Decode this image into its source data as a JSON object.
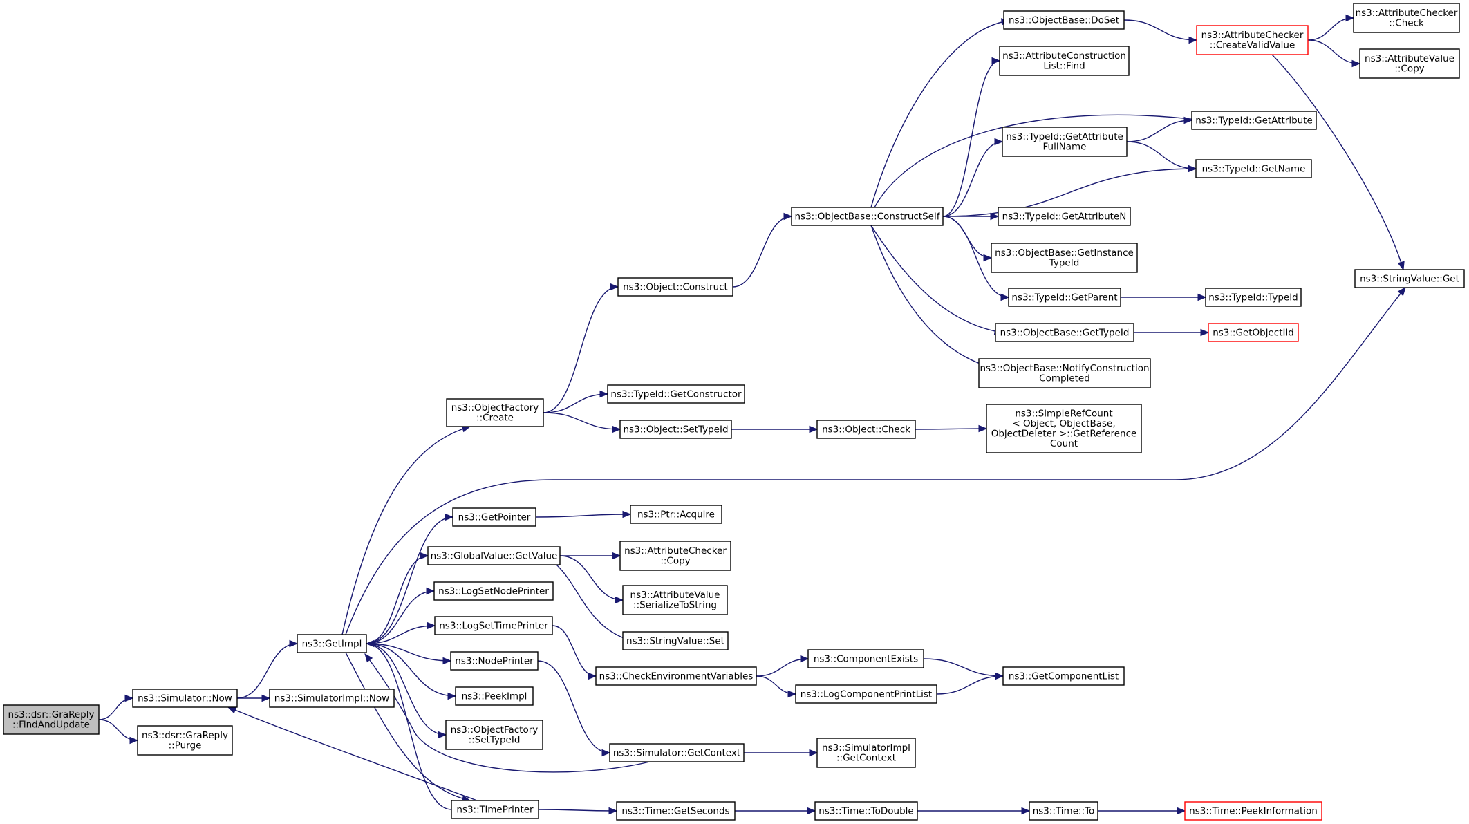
{
  "diagram": {
    "type": "call-graph",
    "colors": {
      "edge": "#191970",
      "node_border": "#000000",
      "node_border_truncated": "#ff0000",
      "root_fill": "#bfbfbf"
    },
    "nodes": [
      {
        "id": "findandupdate",
        "lines": [
          "ns3::dsr::GraReply",
          "::FindAndUpdate"
        ],
        "style": "root"
      },
      {
        "id": "simnow",
        "lines": [
          "ns3::Simulator::Now"
        ]
      },
      {
        "id": "purge",
        "lines": [
          "ns3::dsr::GraReply",
          "::Purge"
        ]
      },
      {
        "id": "getimpl",
        "lines": [
          "ns3::GetImpl"
        ]
      },
      {
        "id": "simimplnow",
        "lines": [
          "ns3::SimulatorImpl::Now"
        ]
      },
      {
        "id": "ofcreate",
        "lines": [
          "ns3::ObjectFactory",
          "::Create"
        ]
      },
      {
        "id": "getpointer",
        "lines": [
          "ns3::GetPointer"
        ]
      },
      {
        "id": "gvgetvalue",
        "lines": [
          "ns3::GlobalValue::GetValue"
        ]
      },
      {
        "id": "logsetnode",
        "lines": [
          "ns3::LogSetNodePrinter"
        ]
      },
      {
        "id": "logsettime",
        "lines": [
          "ns3::LogSetTimePrinter"
        ]
      },
      {
        "id": "nodeprinter",
        "lines": [
          "ns3::NodePrinter"
        ]
      },
      {
        "id": "peekimpl",
        "lines": [
          "ns3::PeekImpl"
        ]
      },
      {
        "id": "ofsettypeid",
        "lines": [
          "ns3::ObjectFactory",
          "::SetTypeId"
        ]
      },
      {
        "id": "timeprinter",
        "lines": [
          "ns3::TimePrinter"
        ]
      },
      {
        "id": "objconstruct",
        "lines": [
          "ns3::Object::Construct"
        ]
      },
      {
        "id": "tidgetctor",
        "lines": [
          "ns3::TypeId::GetConstructor"
        ]
      },
      {
        "id": "objsettypeid",
        "lines": [
          "ns3::Object::SetTypeId"
        ]
      },
      {
        "id": "ptracquire",
        "lines": [
          "ns3::Ptr::Acquire"
        ]
      },
      {
        "id": "accopy",
        "lines": [
          "ns3::AttributeChecker",
          "::Copy"
        ]
      },
      {
        "id": "avser",
        "lines": [
          "ns3::AttributeValue",
          "::SerializeToString"
        ]
      },
      {
        "id": "svset",
        "lines": [
          "ns3::StringValue::Set"
        ]
      },
      {
        "id": "checkenv",
        "lines": [
          "ns3::CheckEnvironmentVariables"
        ]
      },
      {
        "id": "simgetctx",
        "lines": [
          "ns3::Simulator::GetContext"
        ]
      },
      {
        "id": "timegetsec",
        "lines": [
          "ns3::Time::GetSeconds"
        ]
      },
      {
        "id": "obconstructself",
        "lines": [
          "ns3::ObjectBase::ConstructSelf"
        ]
      },
      {
        "id": "objcheck",
        "lines": [
          "ns3::Object::Check"
        ]
      },
      {
        "id": "compexists",
        "lines": [
          "ns3::ComponentExists"
        ]
      },
      {
        "id": "logcompprint",
        "lines": [
          "ns3::LogComponentPrintList"
        ]
      },
      {
        "id": "simimplgetctx",
        "lines": [
          "ns3::SimulatorImpl",
          "::GetContext"
        ]
      },
      {
        "id": "timetodouble",
        "lines": [
          "ns3::Time::ToDouble"
        ]
      },
      {
        "id": "obdoset",
        "lines": [
          "ns3::ObjectBase::DoSet"
        ]
      },
      {
        "id": "acl_find",
        "lines": [
          "ns3::AttributeConstruction",
          "List::Find"
        ]
      },
      {
        "id": "tidgetattrfull",
        "lines": [
          "ns3::TypeId::GetAttribute",
          "FullName"
        ]
      },
      {
        "id": "tidgetattrn",
        "lines": [
          "ns3::TypeId::GetAttributeN"
        ]
      },
      {
        "id": "obgetinst",
        "lines": [
          "ns3::ObjectBase::GetInstance",
          "TypeId"
        ]
      },
      {
        "id": "tidgetparent",
        "lines": [
          "ns3::TypeId::GetParent"
        ]
      },
      {
        "id": "obgettypeid",
        "lines": [
          "ns3::ObjectBase::GetTypeId"
        ]
      },
      {
        "id": "obnotify",
        "lines": [
          "ns3::ObjectBase::NotifyConstruction",
          "Completed"
        ]
      },
      {
        "id": "refcount",
        "lines": [
          "ns3::SimpleRefCount",
          "< Object, ObjectBase,",
          " ObjectDeleter >::GetReference",
          "Count"
        ]
      },
      {
        "id": "getcomplist",
        "lines": [
          "ns3::GetComponentList"
        ]
      },
      {
        "id": "timeto",
        "lines": [
          "ns3::Time::To"
        ]
      },
      {
        "id": "accreatevalid",
        "lines": [
          "ns3::AttributeChecker",
          "::CreateValidValue"
        ],
        "style": "truncated"
      },
      {
        "id": "tidgetattr",
        "lines": [
          "ns3::TypeId::GetAttribute"
        ]
      },
      {
        "id": "tidgetname",
        "lines": [
          "ns3::TypeId::GetName"
        ]
      },
      {
        "id": "tidtypeid",
        "lines": [
          "ns3::TypeId::TypeId"
        ]
      },
      {
        "id": "getobjectiid",
        "lines": [
          "ns3::GetObjectIid"
        ],
        "style": "truncated"
      },
      {
        "id": "timepeek",
        "lines": [
          "ns3::Time::PeekInformation"
        ],
        "style": "truncated"
      },
      {
        "id": "accheck",
        "lines": [
          "ns3::AttributeChecker",
          "::Check"
        ]
      },
      {
        "id": "avcopy",
        "lines": [
          "ns3::AttributeValue",
          "::Copy"
        ]
      },
      {
        "id": "svget",
        "lines": [
          "ns3::StringValue::Get"
        ]
      }
    ],
    "edges": [
      [
        "findandupdate",
        "simnow"
      ],
      [
        "findandupdate",
        "purge"
      ],
      [
        "simnow",
        "getimpl"
      ],
      [
        "simnow",
        "simimplnow"
      ],
      [
        "getimpl",
        "ofcreate"
      ],
      [
        "getimpl",
        "svget"
      ],
      [
        "getimpl",
        "getpointer"
      ],
      [
        "getimpl",
        "gvgetvalue"
      ],
      [
        "getimpl",
        "logsetnode"
      ],
      [
        "getimpl",
        "logsettime"
      ],
      [
        "getimpl",
        "nodeprinter"
      ],
      [
        "getimpl",
        "peekimpl"
      ],
      [
        "getimpl",
        "ofsettypeid"
      ],
      [
        "getimpl",
        "timeprinter"
      ],
      [
        "ofcreate",
        "objconstruct"
      ],
      [
        "ofcreate",
        "tidgetctor"
      ],
      [
        "ofcreate",
        "objsettypeid"
      ],
      [
        "objconstruct",
        "obconstructself"
      ],
      [
        "obconstructself",
        "obdoset"
      ],
      [
        "obconstructself",
        "acl_find"
      ],
      [
        "obconstructself",
        "tidgetattr"
      ],
      [
        "obconstructself",
        "tidgetattrfull"
      ],
      [
        "obconstructself",
        "tidgetname"
      ],
      [
        "obconstructself",
        "tidgetattrn"
      ],
      [
        "obconstructself",
        "obgetinst"
      ],
      [
        "obconstructself",
        "tidgetparent"
      ],
      [
        "obconstructself",
        "obgettypeid"
      ],
      [
        "obconstructself",
        "obnotify"
      ],
      [
        "obdoset",
        "accreatevalid"
      ],
      [
        "accreatevalid",
        "accheck"
      ],
      [
        "accreatevalid",
        "avcopy"
      ],
      [
        "accreatevalid",
        "svget"
      ],
      [
        "tidgetattrfull",
        "tidgetattr"
      ],
      [
        "tidgetattrfull",
        "tidgetname"
      ],
      [
        "tidgetparent",
        "tidtypeid"
      ],
      [
        "obgettypeid",
        "getobjectiid"
      ],
      [
        "objsettypeid",
        "objcheck"
      ],
      [
        "objcheck",
        "refcount"
      ],
      [
        "getpointer",
        "ptracquire"
      ],
      [
        "gvgetvalue",
        "accopy"
      ],
      [
        "gvgetvalue",
        "avser"
      ],
      [
        "gvgetvalue",
        "svset"
      ],
      [
        "logsettime",
        "checkenv"
      ],
      [
        "checkenv",
        "compexists"
      ],
      [
        "checkenv",
        "logcompprint"
      ],
      [
        "compexists",
        "getcomplist"
      ],
      [
        "logcompprint",
        "getcomplist"
      ],
      [
        "nodeprinter",
        "simgetctx"
      ],
      [
        "simgetctx",
        "getimpl"
      ],
      [
        "simgetctx",
        "simimplgetctx"
      ],
      [
        "timeprinter",
        "simnow"
      ],
      [
        "timeprinter",
        "getimpl"
      ],
      [
        "timeprinter",
        "timegetsec"
      ],
      [
        "timegetsec",
        "timetodouble"
      ],
      [
        "timetodouble",
        "timeto"
      ],
      [
        "timeto",
        "timepeek"
      ]
    ]
  }
}
